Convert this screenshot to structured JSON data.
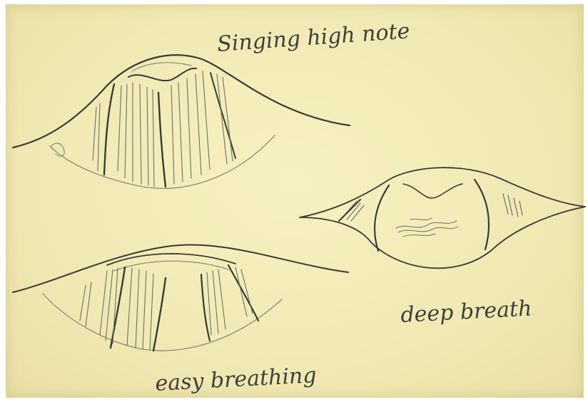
{
  "captions": {
    "top": "Singing high note",
    "right": "deep breath",
    "bottom": "easy breathing"
  }
}
